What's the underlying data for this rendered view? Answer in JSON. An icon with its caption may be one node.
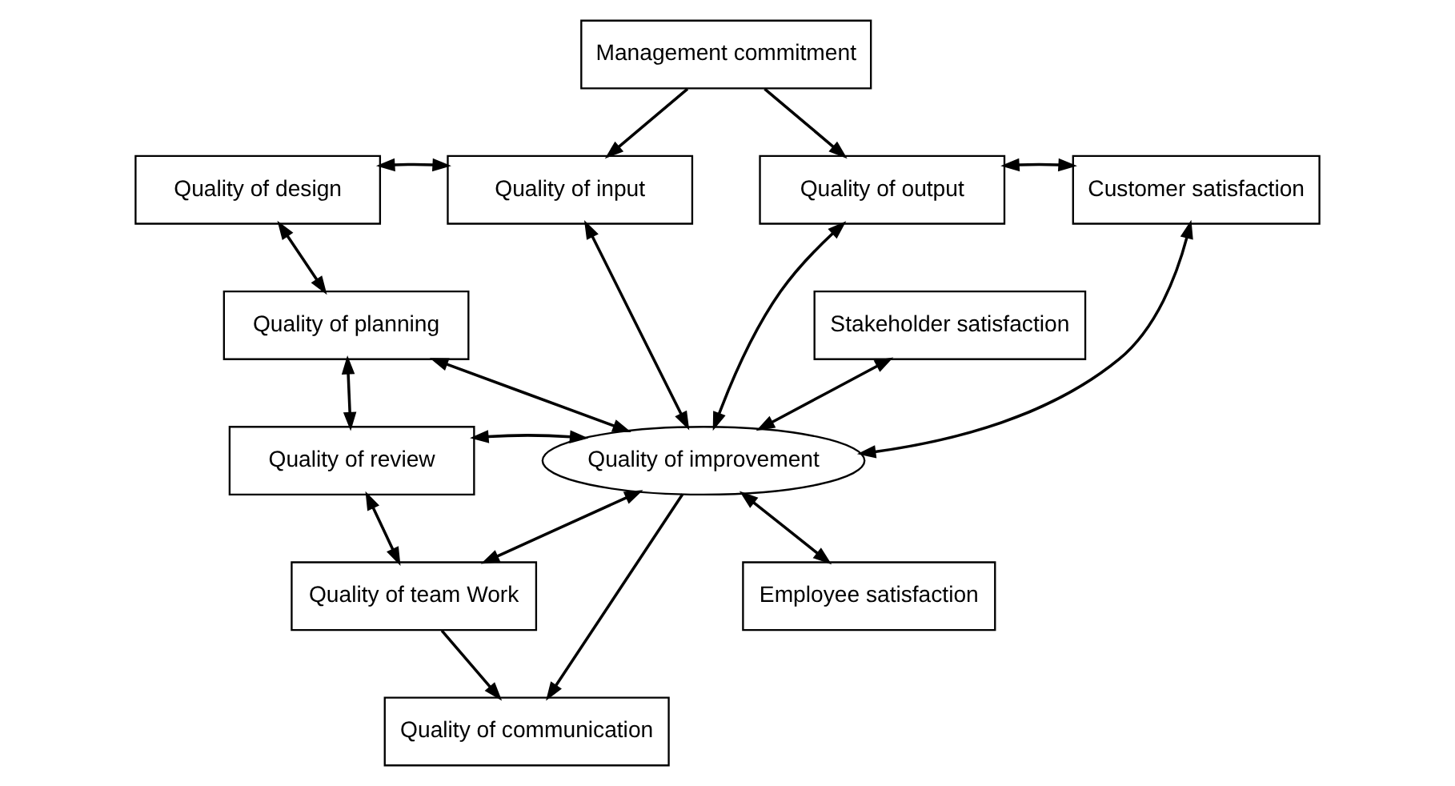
{
  "diagram": {
    "nodes": [
      {
        "text": [
          "Management commitment"
        ]
      },
      {
        "text": [
          "Quality of design"
        ]
      },
      {
        "text": [
          "Quality of input"
        ]
      },
      {
        "text": [
          "Quality of output"
        ]
      },
      {
        "text": [
          "Customer satisfaction"
        ]
      },
      {
        "text": [
          "Quality of planning"
        ]
      },
      {
        "text": [
          "Stakeholder satisfaction"
        ]
      },
      {
        "text": [
          "Quality of review"
        ]
      },
      {
        "text": [
          "Quality of improvement"
        ]
      },
      {
        "text": [
          "Quality of team Work"
        ]
      },
      {
        "text": [
          "Employee satisfaction"
        ]
      },
      {
        "text": [
          "Quality of communication"
        ]
      }
    ],
    "edges": [
      {
        "from": 0,
        "to": 2,
        "arrow": "to"
      },
      {
        "from": 0,
        "to": 3,
        "arrow": "to"
      },
      {
        "from": 1,
        "to": 2,
        "arrow": "both"
      },
      {
        "from": 3,
        "to": 4,
        "arrow": "both"
      },
      {
        "from": 1,
        "to": 5,
        "arrow": "both"
      },
      {
        "from": 5,
        "to": 7,
        "arrow": "both"
      },
      {
        "from": 7,
        "to": 9,
        "arrow": "both"
      },
      {
        "from": 5,
        "to": 8,
        "arrow": "both"
      },
      {
        "from": 7,
        "to": 8,
        "arrow": "both"
      },
      {
        "from": 9,
        "to": 8,
        "arrow": "both"
      },
      {
        "from": 8,
        "to": 2,
        "arrow": "both"
      },
      {
        "from": 8,
        "to": 3,
        "arrow": "both"
      },
      {
        "from": 4,
        "to": 8,
        "arrow": "both"
      },
      {
        "from": 6,
        "to": 8,
        "arrow": "both"
      },
      {
        "from": 10,
        "to": 8,
        "arrow": "both"
      },
      {
        "from": 8,
        "to": 11,
        "arrow": "to"
      },
      {
        "from": 9,
        "to": 11,
        "arrow": "to"
      }
    ]
  }
}
